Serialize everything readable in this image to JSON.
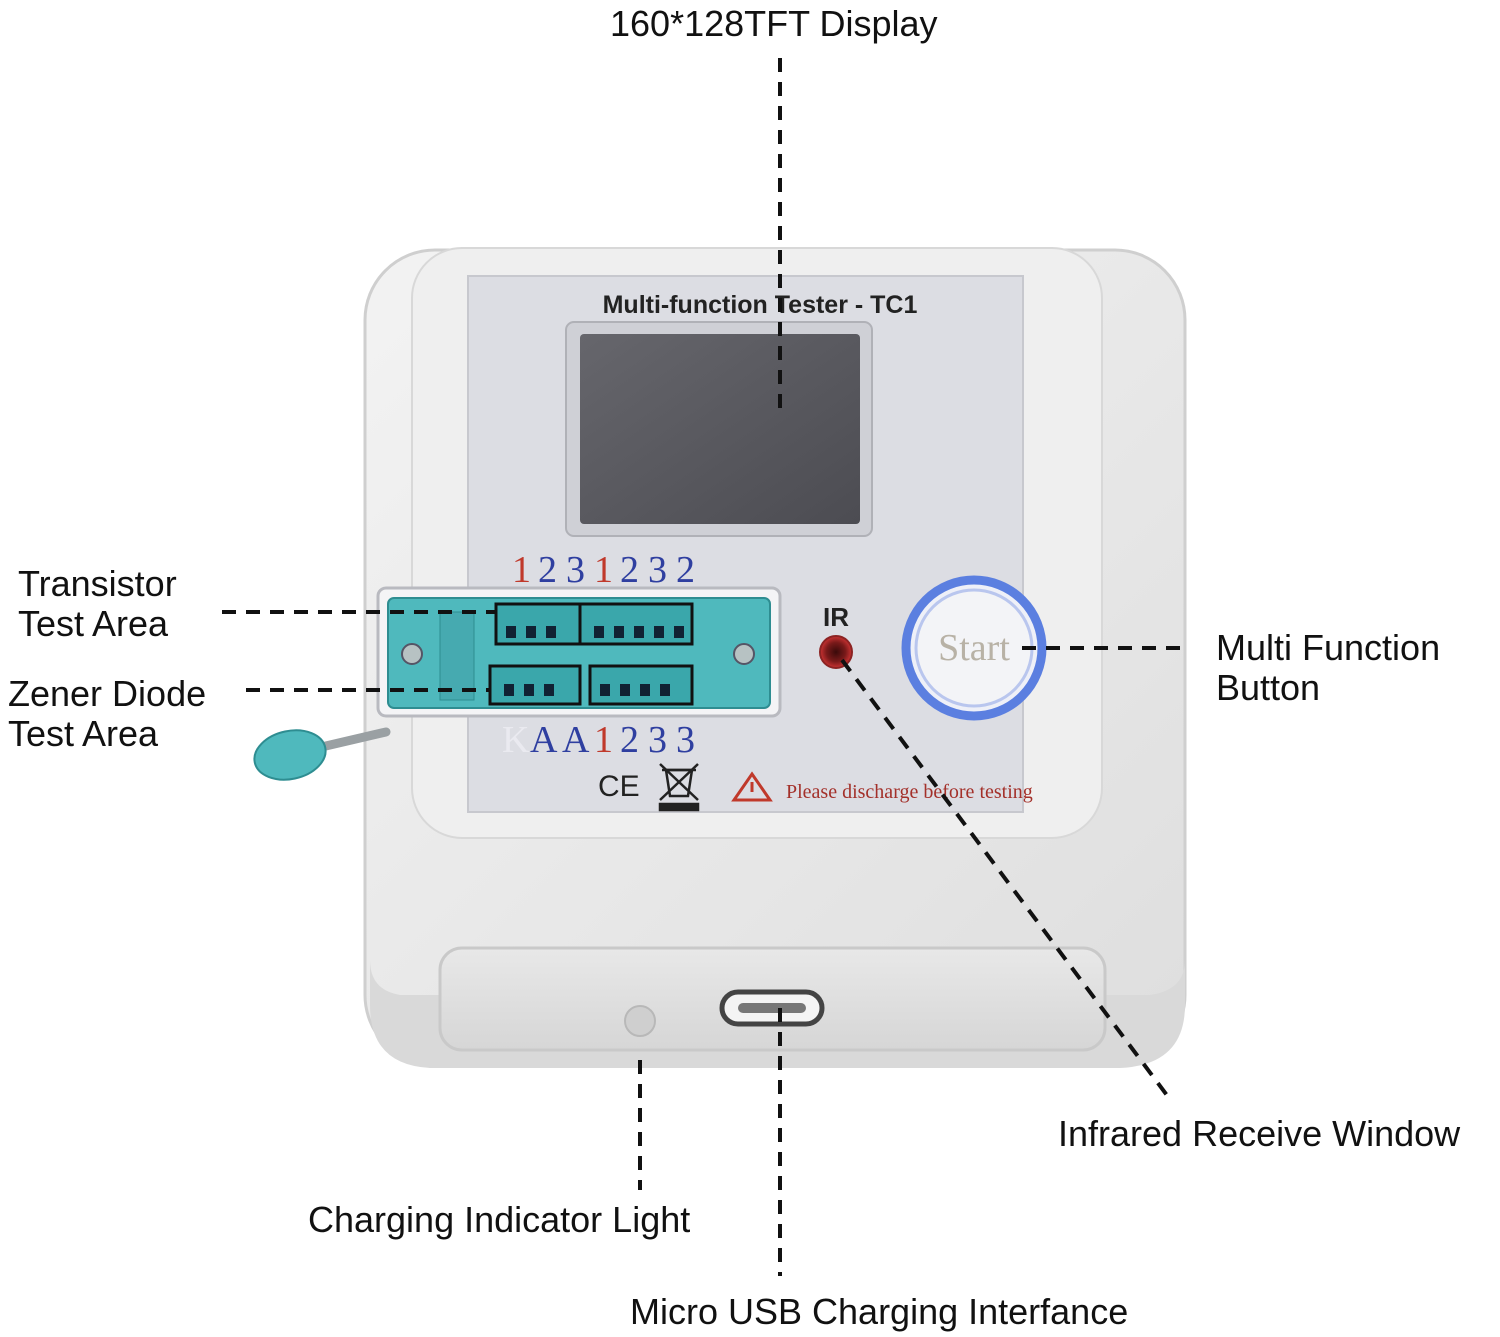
{
  "device": {
    "panel_title": "Multi-function Tester - TC1",
    "pin_labels_top": [
      "1",
      "2",
      "3",
      "1",
      "2",
      "3",
      "2"
    ],
    "pin_labels_bottom": [
      "K",
      "A",
      "A",
      "1",
      "2",
      "3",
      "3"
    ],
    "ir_label": "IR",
    "start_label": "Start",
    "ce_mark": "CE",
    "warning_text": "Please discharge before testing"
  },
  "callouts": {
    "display": "160*128TFT Display",
    "transistor_line1": "Transistor",
    "transistor_line2": "Test Area",
    "zener_line1": "Zener Diode",
    "zener_line2": "Test Area",
    "multi_line1": "Multi Function",
    "multi_line2": "Button",
    "ir_window": "Infrared Receive Window",
    "charge_light": "Charging Indicator Light",
    "usb": "Micro USB Charging Interfance"
  },
  "colors": {
    "case": "#ececec",
    "panel": "#dcdde3",
    "screen": "#5a5a60",
    "socket": "#4fb9bd",
    "pin_red": "#c0392b",
    "pin_blue": "#2f3fa0",
    "button_ring": "#3a5fd0",
    "ir_red": "#b22222"
  }
}
